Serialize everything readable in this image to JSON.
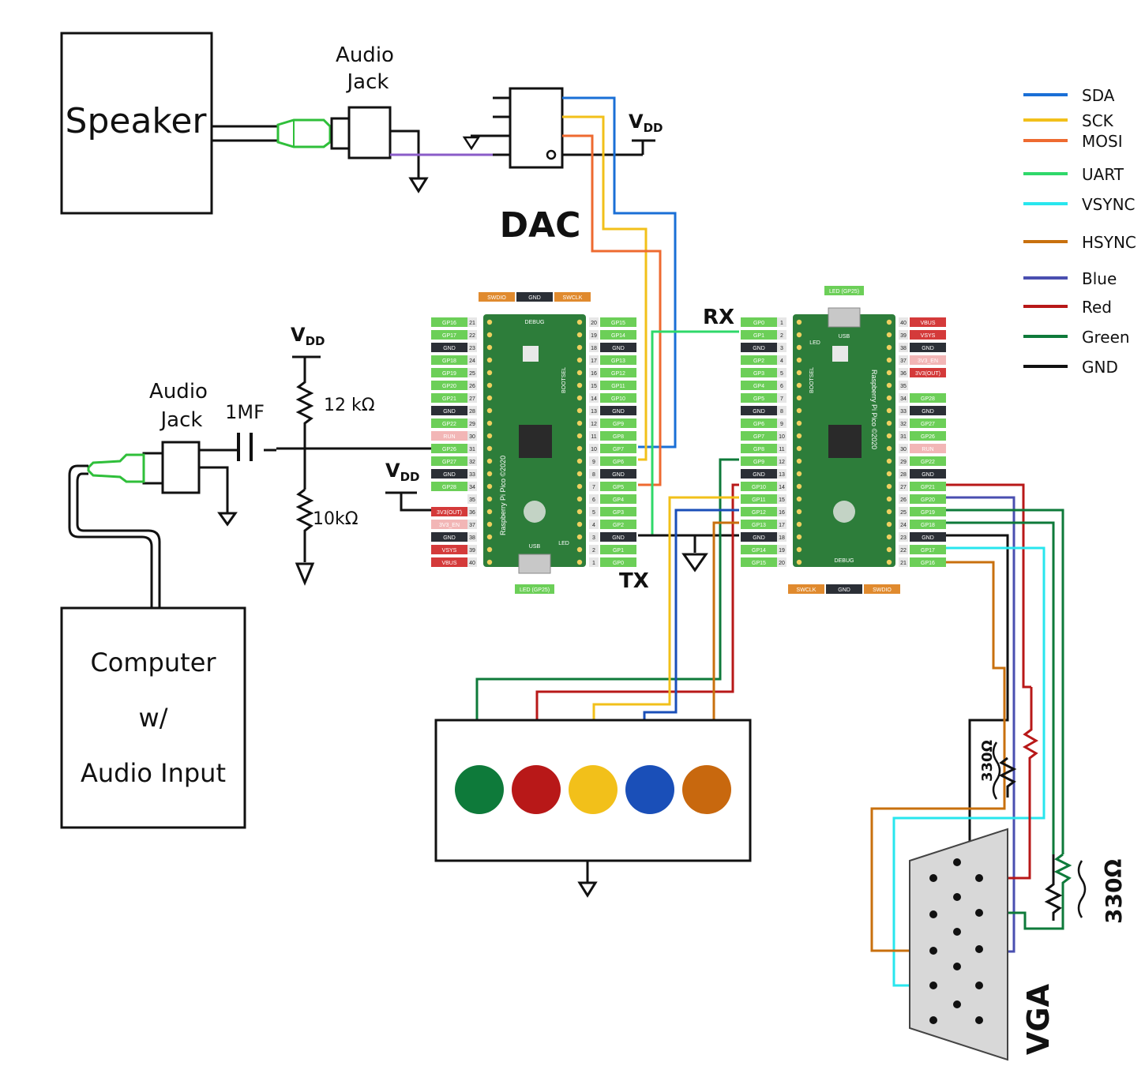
{
  "labels": {
    "speaker": "Speaker",
    "audio_jack_top_1": "Audio",
    "audio_jack_top_2": "Jack",
    "dac": "DAC",
    "vdd_dac": "V",
    "vdd_sub": "DD",
    "audio_jack_left_1": "Audio",
    "audio_jack_left_2": "Jack",
    "cap": "1MF",
    "vdd_left": "V",
    "vdd_mid": "V",
    "r12": "12 kΩ",
    "r10": "10kΩ",
    "rx": "RX",
    "tx": "TX",
    "computer_1": "Computer",
    "computer_2": "w/",
    "computer_3": "Audio Input",
    "vga": "VGA",
    "r330_a": "330Ω",
    "r330_b": "330Ω"
  },
  "legend": [
    {
      "label": "SDA",
      "color": "#1a6fd6"
    },
    {
      "label": "SCK",
      "color": "#f2c01a"
    },
    {
      "label": "MOSI",
      "color": "#ee6a30"
    },
    {
      "label": "UART",
      "color": "#2fd86a"
    },
    {
      "label": "VSYNC",
      "color": "#28e6ee"
    },
    {
      "label": "HSYNC",
      "color": "#c8700e"
    },
    {
      "label": "Blue",
      "color": "#4a4fb0"
    },
    {
      "label": "Red",
      "color": "#b81818"
    },
    {
      "label": "Green",
      "color": "#0e7a3a"
    },
    {
      "label": "GND",
      "color": "#111111"
    }
  ],
  "pico1": {
    "top_pins": [
      "SWDIO",
      "GND",
      "SWCLK"
    ],
    "left_pins": [
      "GP16",
      "GP17",
      "GND",
      "GP18",
      "GP19",
      "GP20",
      "GP21",
      "GND",
      "GP22",
      "RUN",
      "GP26",
      "GP27",
      "GND",
      "GP28",
      "",
      "3V3(OUT)",
      "3V3_EN",
      "GND",
      "VSYS",
      "VBUS"
    ],
    "left_nums": [
      "21",
      "22",
      "23",
      "24",
      "25",
      "26",
      "27",
      "28",
      "29",
      "30",
      "31",
      "32",
      "33",
      "34",
      "35",
      "36",
      "37",
      "38",
      "39",
      "40"
    ],
    "right_pins": [
      "GP15",
      "GP14",
      "GND",
      "GP13",
      "GP12",
      "GP11",
      "GP10",
      "GND",
      "GP9",
      "GP8",
      "GP7",
      "GP6",
      "GND",
      "GP5",
      "GP4",
      "GP3",
      "GP2",
      "GND",
      "GP1",
      "GP0"
    ],
    "right_nums": [
      "20",
      "19",
      "18",
      "17",
      "16",
      "15",
      "14",
      "13",
      "12",
      "11",
      "10",
      "9",
      "8",
      "7",
      "6",
      "5",
      "4",
      "3",
      "2",
      "1"
    ],
    "led_label": "LED (GP25)",
    "board_text": "Raspberry Pi Pico ©2020",
    "debug": "DEBUG",
    "bootsel": "BOOTSEL",
    "usb": "USB",
    "led": "LED"
  },
  "pico2": {
    "led_label": "LED (GP25)",
    "left_pins": [
      "GP0",
      "GP1",
      "GND",
      "GP2",
      "GP3",
      "GP4",
      "GP5",
      "GND",
      "GP6",
      "GP7",
      "GP8",
      "GP9",
      "GND",
      "GP10",
      "GP11",
      "GP12",
      "GP13",
      "GND",
      "GP14",
      "GP15"
    ],
    "left_nums": [
      "1",
      "2",
      "3",
      "4",
      "5",
      "6",
      "7",
      "8",
      "9",
      "10",
      "11",
      "12",
      "13",
      "14",
      "15",
      "16",
      "17",
      "18",
      "19",
      "20"
    ],
    "right_pins": [
      "VBUS",
      "VSYS",
      "GND",
      "3V3_EN",
      "3V3(OUT)",
      "",
      "GP28",
      "GND",
      "GP27",
      "GP26",
      "RUN",
      "GP22",
      "GND",
      "GP21",
      "GP20",
      "GP19",
      "GP18",
      "GND",
      "GP17",
      "GP16"
    ],
    "right_nums": [
      "40",
      "39",
      "38",
      "37",
      "36",
      "35",
      "34",
      "33",
      "32",
      "31",
      "30",
      "29",
      "28",
      "27",
      "26",
      "25",
      "24",
      "23",
      "22",
      "21"
    ],
    "bottom_pins": [
      "SWCLK",
      "GND",
      "SWDIO"
    ],
    "board_text": "Raspberry Pi Pico ©2020",
    "debug": "DEBUG",
    "bootsel": "BOOTSEL",
    "usb": "USB",
    "led": "LED"
  },
  "buttons": [
    {
      "color": "#0e7a3a"
    },
    {
      "color": "#b81818"
    },
    {
      "color": "#f2c01a"
    },
    {
      "color": "#1a4fb8"
    },
    {
      "color": "#c8680e"
    }
  ]
}
